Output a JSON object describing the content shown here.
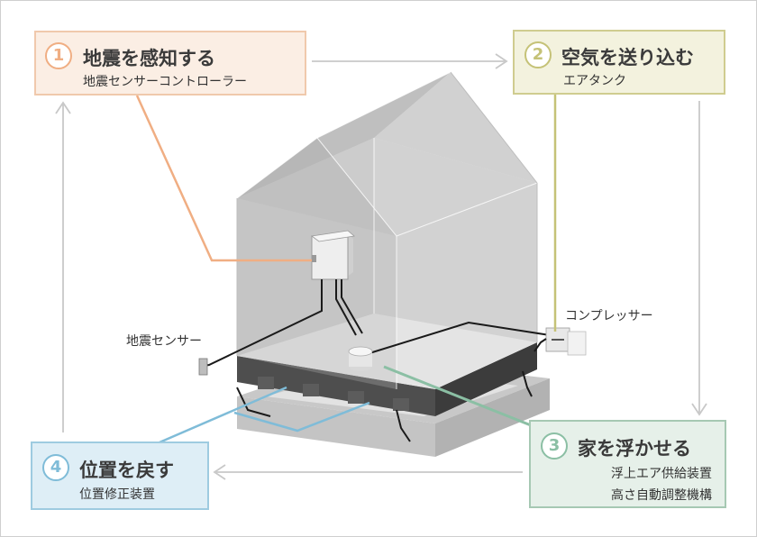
{
  "steps": [
    {
      "number": "1",
      "title": "地震を感知する",
      "subtitle": "地震センサーコントローラー"
    },
    {
      "number": "2",
      "title": "空気を送り込む",
      "subtitle": "エアタンク"
    },
    {
      "number": "3",
      "title": "家を浮かせる",
      "subtitles": [
        "浮上エア供給装置",
        "高さ自動調整機構"
      ]
    },
    {
      "number": "4",
      "title": "位置を戻す",
      "subtitle": "位置修正装置"
    }
  ],
  "labels": {
    "seismic_sensor": "地震センサー",
    "compressor": "コンプレッサー"
  },
  "colors": {
    "step1": "#f0ae83",
    "step2": "#c5c277",
    "step3": "#8bbfa4",
    "step4": "#7fbcd8",
    "flow_arrow": "#c8c8c8"
  }
}
